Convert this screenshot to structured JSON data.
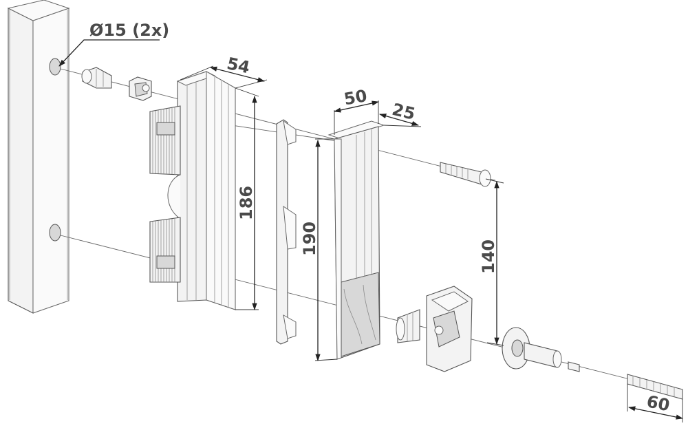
{
  "dimensions": {
    "hole": "Ø15 (2x)",
    "depth_54": "54",
    "height_186": "186",
    "height_190": "190",
    "width_50": "50",
    "depth_25": "25",
    "spacing_140": "140",
    "length_60": "60"
  },
  "colors": {
    "outline": "#555555",
    "fill": "#f3f3f3",
    "dimension_text": "#4a4a4a"
  }
}
